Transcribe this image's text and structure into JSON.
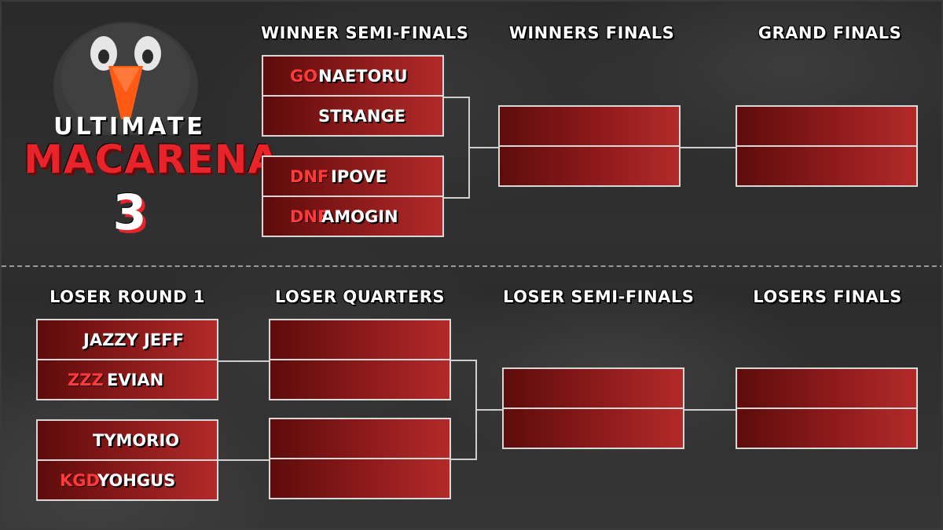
{
  "logo": {
    "line1": "ULTIMATE",
    "line2": "MACARENA",
    "line3": "3"
  },
  "headers": {
    "winner_semis": "WINNER SEMI-FINALS",
    "winners_finals": "WINNERS FINALS",
    "grand_finals": "GRAND FINALS",
    "loser_round1": "LOSER ROUND 1",
    "loser_quarters": "LOSER QUARTERS",
    "loser_semis": "LOSER SEMI-FINALS",
    "losers_finals": "LOSERS FINALS"
  },
  "winner_semis": [
    {
      "p1": {
        "tag": "GO",
        "name": "NAETORU"
      },
      "p2": {
        "tag": "",
        "name": "STRANGE"
      }
    },
    {
      "p1": {
        "tag": "DNF",
        "name": "IPOVE"
      },
      "p2": {
        "tag": "DNF",
        "name": "AMOGIN"
      }
    }
  ],
  "loser_round1": [
    {
      "p1": {
        "tag": "",
        "name": "JAZZY JEFF"
      },
      "p2": {
        "tag": "ZZZ",
        "name": "EVIAN"
      }
    },
    {
      "p1": {
        "tag": "",
        "name": "TYMORIO"
      },
      "p2": {
        "tag": "KGD",
        "name": "YOHGUS"
      }
    }
  ],
  "colors": {
    "slot_dark": "#5e0c0c",
    "slot_light": "#b22a2a",
    "tag_red": "#ff3a3a",
    "logo_red": "#e8232a",
    "beak_orange": "#ff5a14"
  }
}
